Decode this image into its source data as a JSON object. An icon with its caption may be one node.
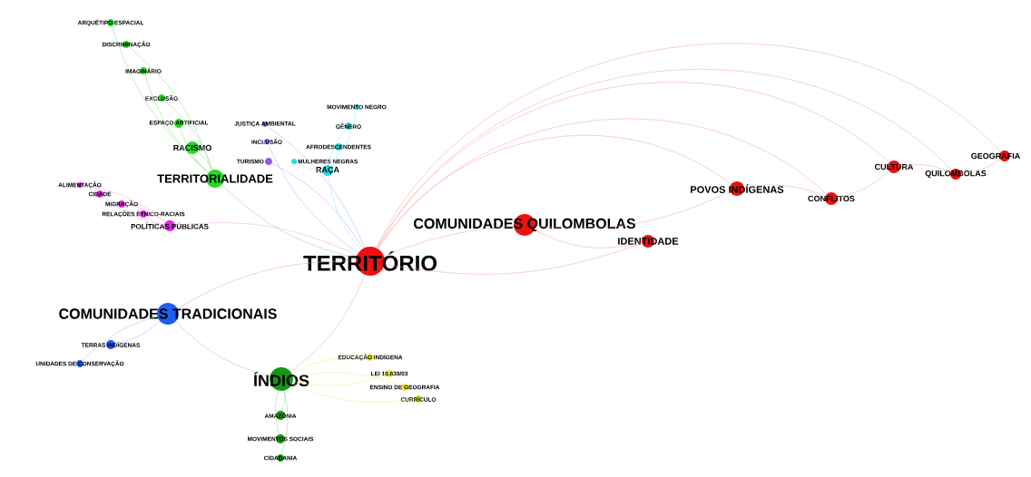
{
  "diagram": {
    "nodes": [
      {
        "text": [
          "ARQUÉTIPO ESPACIAL"
        ]
      },
      {
        "text": [
          "DISCRIMINAÇÃO"
        ]
      },
      {
        "text": [
          "IMAGINÁRIO"
        ]
      },
      {
        "text": [
          "EXCLUSÃO"
        ]
      },
      {
        "text": [
          "ESPAÇO ARTIFICIAL"
        ]
      },
      {
        "text": [
          "RACISMO"
        ]
      },
      {
        "text": [
          "TERRITORIALIDADE"
        ]
      },
      {
        "text": [
          "JUSTIÇA AMBIENTAL"
        ]
      },
      {
        "text": [
          "INCLUSÃO"
        ]
      },
      {
        "text": [
          "TURISMO"
        ]
      },
      {
        "text": [
          "MULHERES NEGRAS"
        ]
      },
      {
        "text": [
          "MOVIMENTO NEGRO"
        ]
      },
      {
        "text": [
          "GÊNERO"
        ]
      },
      {
        "text": [
          "AFRODESCENDENTES"
        ]
      },
      {
        "text": [
          "RAÇA"
        ]
      },
      {
        "text": [
          "ALIMENTAÇÃO"
        ]
      },
      {
        "text": [
          "CIDADE"
        ]
      },
      {
        "text": [
          "MIGRAÇÃO"
        ]
      },
      {
        "text": [
          "RELAÇÕES ÉTNICO-RACIAIS"
        ]
      },
      {
        "text": [
          "POLÍTICAS PÚBLICAS"
        ]
      },
      {
        "text": [
          "TERRITÓRIO"
        ]
      },
      {
        "text": [
          "COMUNIDADES QUILOMBOLAS"
        ]
      },
      {
        "text": [
          "IDENTIDADE"
        ]
      },
      {
        "text": [
          "POVOS INDÍGENAS"
        ]
      },
      {
        "text": [
          "CONFLITOS"
        ]
      },
      {
        "text": [
          "CULTURA"
        ]
      },
      {
        "text": [
          "QUILOMBOLAS"
        ]
      },
      {
        "text": [
          "GEOGRAFIA"
        ]
      },
      {
        "text": [
          "COMUNIDADES TRADICIONAIS"
        ]
      },
      {
        "text": [
          "TERRAS INDÍGENAS"
        ]
      },
      {
        "text": [
          "UNIDADES DE CONSERVAÇÃO"
        ]
      },
      {
        "text": [
          "ÍNDIOS"
        ]
      },
      {
        "text": [
          "EDUCAÇÃO INDÍGENA"
        ]
      },
      {
        "text": [
          "LEI 10.639/03"
        ]
      },
      {
        "text": [
          "ENSINO DE GEOGRAFIA"
        ]
      },
      {
        "text": [
          "CURRÍCULO"
        ]
      },
      {
        "text": [
          "AMAZÔNIA"
        ]
      },
      {
        "text": [
          "MOVIMENTOS SOCIAIS"
        ]
      },
      {
        "text": [
          "CIDADANIA"
        ]
      }
    ],
    "edges": [
      {
        "from": 0,
        "to": 6,
        "arrow": "none",
        "color": "#7fe07f"
      },
      {
        "from": 1,
        "to": 6,
        "arrow": "none",
        "color": "#7fe07f"
      },
      {
        "from": 2,
        "to": 6,
        "arrow": "none",
        "color": "#7fe07f"
      },
      {
        "from": 3,
        "to": 6,
        "arrow": "none",
        "color": "#7fe07f"
      },
      {
        "from": 4,
        "to": 6,
        "arrow": "none",
        "color": "#7fe07f"
      },
      {
        "from": 5,
        "to": 6,
        "arrow": "none",
        "color": "#7fe07f"
      },
      {
        "from": 6,
        "to": 20,
        "arrow": "none",
        "color": "#7fe07f"
      },
      {
        "from": 7,
        "to": 20,
        "arrow": "none",
        "color": "#b9a4f5"
      },
      {
        "from": 8,
        "to": 20,
        "arrow": "none",
        "color": "#b9a4f5"
      },
      {
        "from": 9,
        "to": 20,
        "arrow": "none",
        "color": "#b9a4f5"
      },
      {
        "from": 10,
        "to": 14,
        "arrow": "none",
        "color": "#8eeaea"
      },
      {
        "from": 11,
        "to": 14,
        "arrow": "none",
        "color": "#8eeaea"
      },
      {
        "from": 12,
        "to": 14,
        "arrow": "none",
        "color": "#8eeaea"
      },
      {
        "from": 13,
        "to": 14,
        "arrow": "none",
        "color": "#8eeaea"
      },
      {
        "from": 14,
        "to": 20,
        "arrow": "none",
        "color": "#8eeaea"
      },
      {
        "from": 15,
        "to": 19,
        "arrow": "none",
        "color": "#f0a0f0"
      },
      {
        "from": 16,
        "to": 19,
        "arrow": "none",
        "color": "#f0a0f0"
      },
      {
        "from": 17,
        "to": 19,
        "arrow": "none",
        "color": "#f0a0f0"
      },
      {
        "from": 18,
        "to": 19,
        "arrow": "none",
        "color": "#f0a0f0"
      },
      {
        "from": 19,
        "to": 20,
        "arrow": "none",
        "color": "#f0a0f0"
      },
      {
        "from": 20,
        "to": 21,
        "arrow": "none"
      },
      {
        "from": 20,
        "to": 22,
        "arrow": "none"
      },
      {
        "from": 20,
        "to": 23,
        "arrow": "none"
      },
      {
        "from": 20,
        "to": 24,
        "arrow": "none"
      },
      {
        "from": 20,
        "to": 25,
        "arrow": "none"
      },
      {
        "from": 20,
        "to": 26,
        "arrow": "none"
      },
      {
        "from": 20,
        "to": 27,
        "arrow": "none"
      },
      {
        "from": 21,
        "to": 22,
        "arrow": "none"
      },
      {
        "from": 21,
        "to": 23,
        "arrow": "none"
      },
      {
        "from": 23,
        "to": 24,
        "arrow": "none"
      },
      {
        "from": 24,
        "to": 25,
        "arrow": "none"
      },
      {
        "from": 25,
        "to": 26,
        "arrow": "none"
      },
      {
        "from": 26,
        "to": 27,
        "arrow": "none"
      },
      {
        "from": 28,
        "to": 20,
        "arrow": "none"
      },
      {
        "from": 29,
        "to": 28,
        "arrow": "none",
        "color": "#9db8f5"
      },
      {
        "from": 30,
        "to": 28,
        "arrow": "none",
        "color": "#9db8f5"
      },
      {
        "from": 31,
        "to": 20,
        "arrow": "none"
      },
      {
        "from": 31,
        "to": 28,
        "arrow": "none",
        "color": "#8fd08f"
      },
      {
        "from": 32,
        "to": 31,
        "arrow": "none",
        "color": "#eeee88"
      },
      {
        "from": 33,
        "to": 31,
        "arrow": "none",
        "color": "#eeee88"
      },
      {
        "from": 34,
        "to": 31,
        "arrow": "none",
        "color": "#eeee88"
      },
      {
        "from": 35,
        "to": 31,
        "arrow": "none",
        "color": "#eeee88"
      },
      {
        "from": 36,
        "to": 31,
        "arrow": "none",
        "color": "#8fd08f"
      },
      {
        "from": 37,
        "to": 31,
        "arrow": "none",
        "color": "#8fd08f"
      },
      {
        "from": 38,
        "to": 31,
        "arrow": "none",
        "color": "#8fd08f"
      }
    ]
  }
}
